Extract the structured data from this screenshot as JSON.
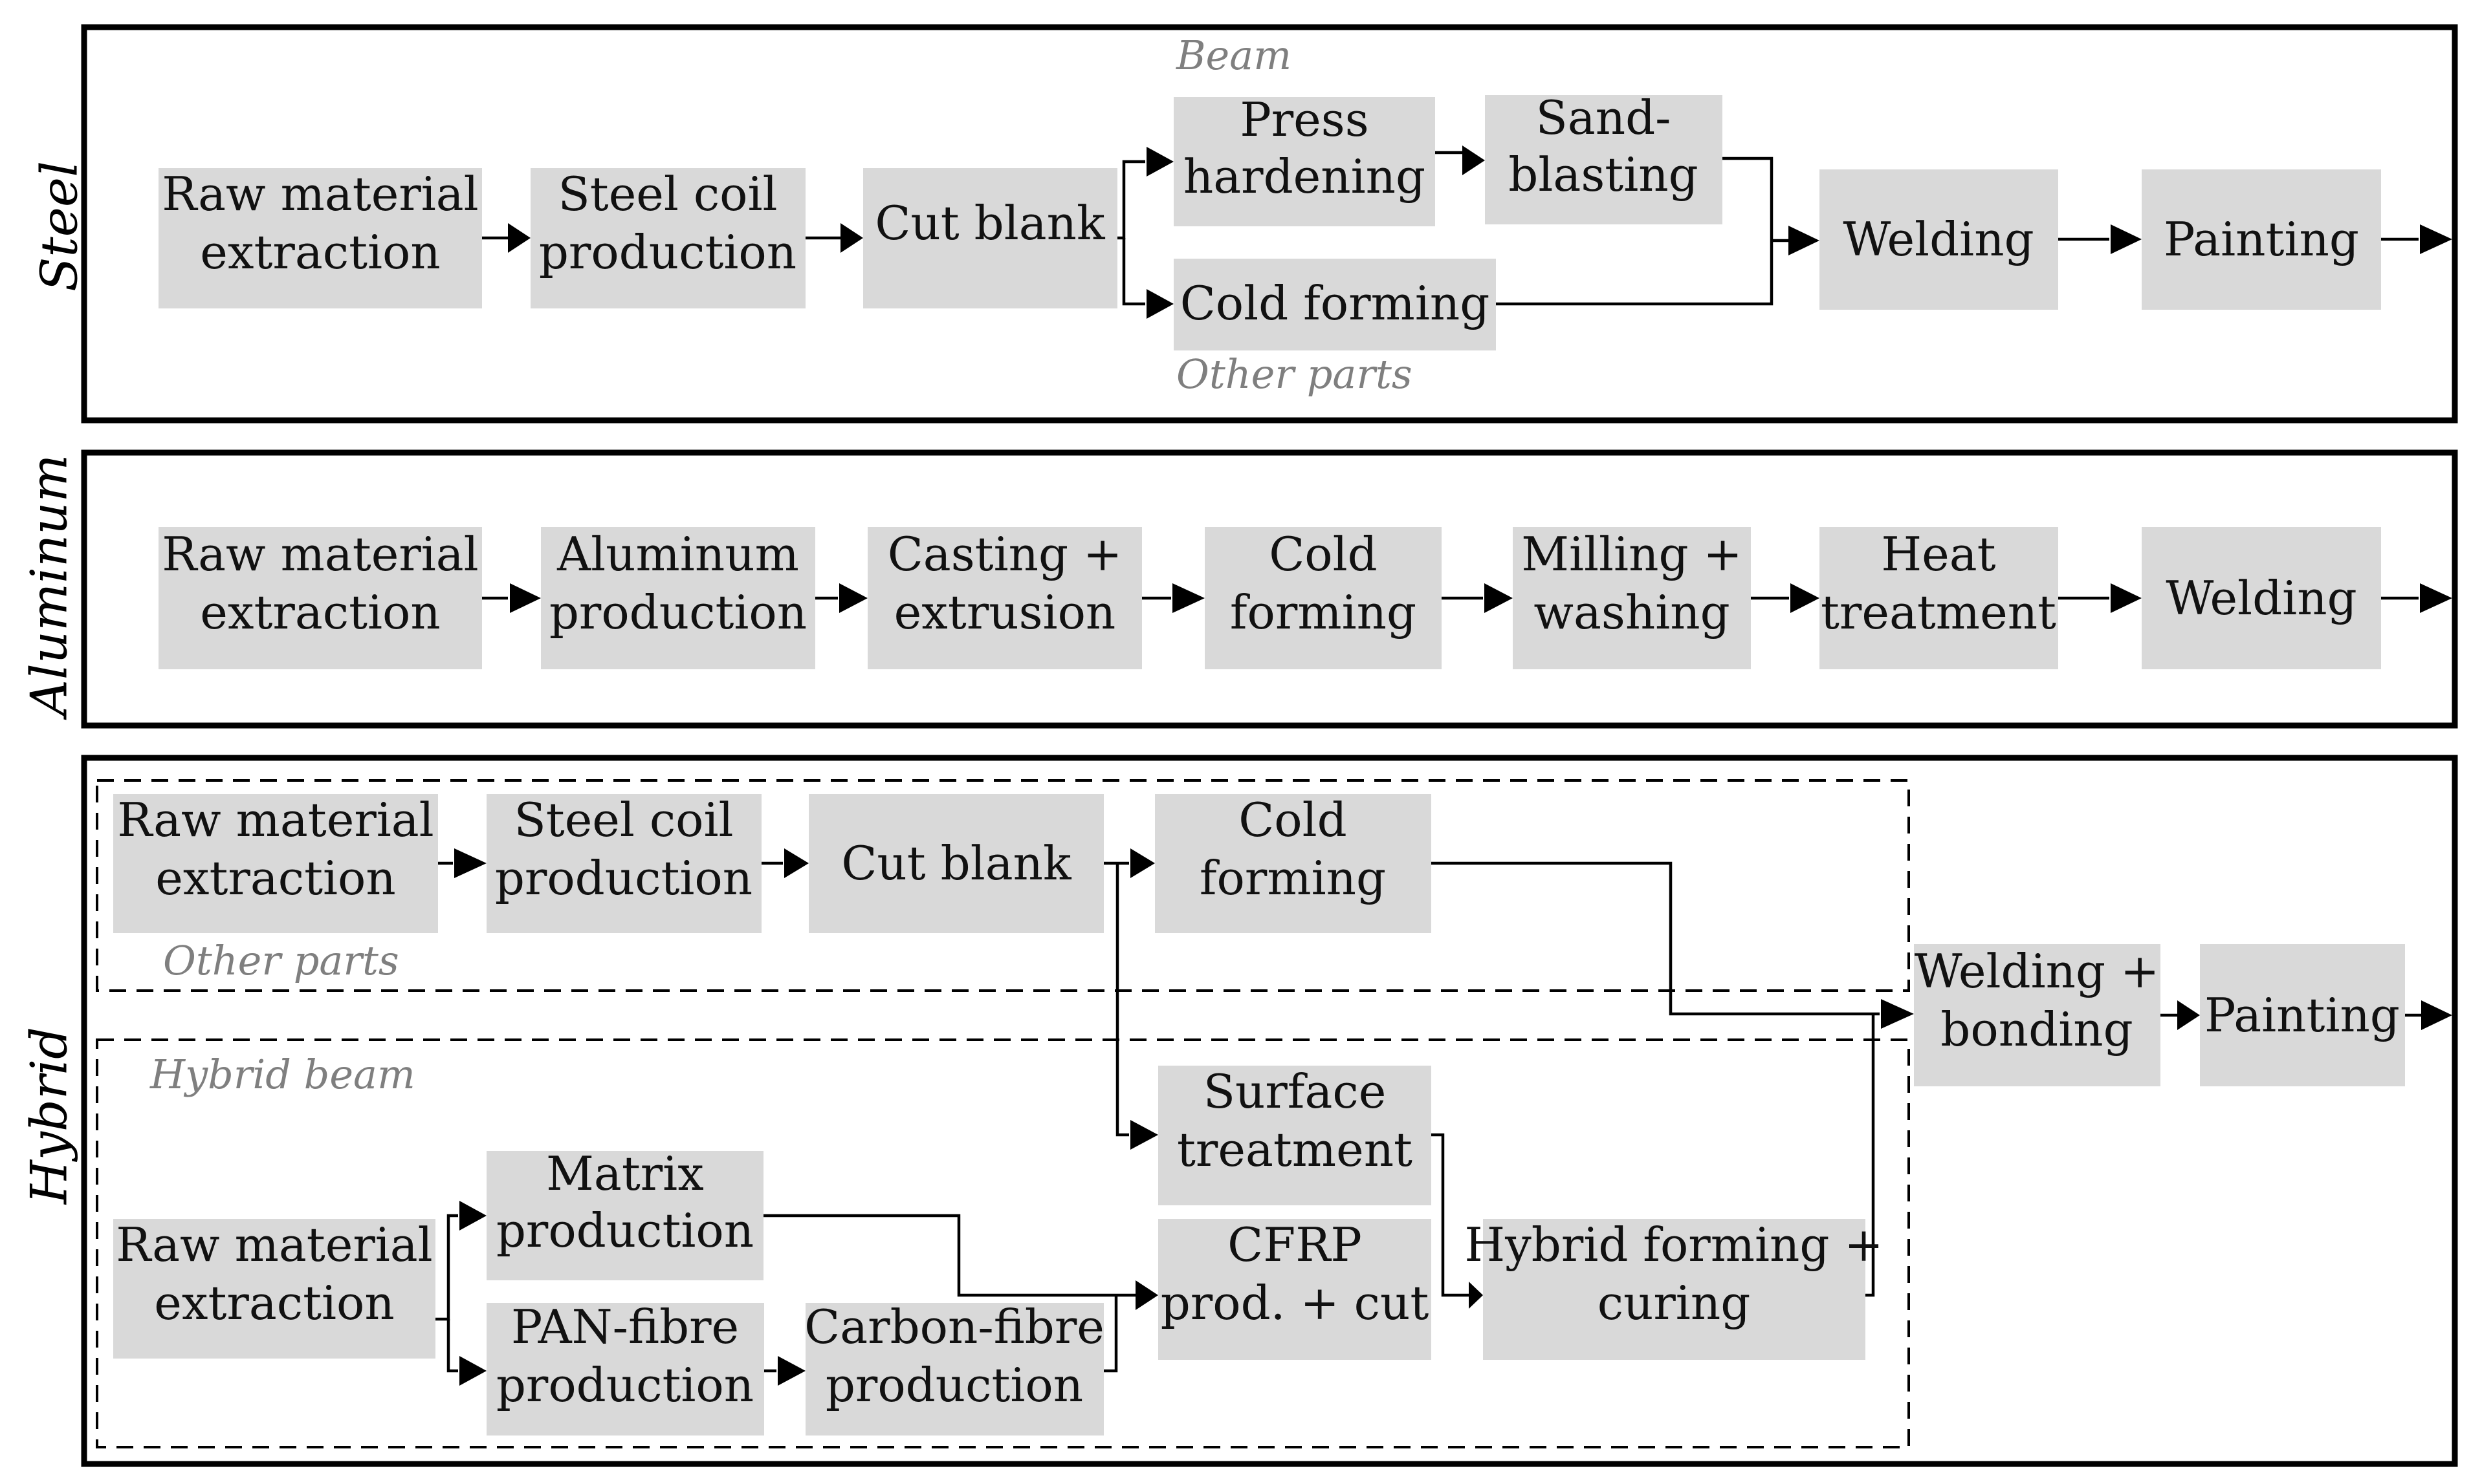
{
  "steel": {
    "label": "Steel",
    "beam_note": "Beam",
    "other_note": "Other parts",
    "raw": [
      "Raw material",
      "extraction"
    ],
    "coil": [
      "Steel coil",
      "production"
    ],
    "cut": [
      "Cut blank"
    ],
    "press": [
      "Press",
      "hardening"
    ],
    "sand": [
      "Sand-",
      "blasting"
    ],
    "cold": [
      "Cold forming"
    ],
    "weld": [
      "Welding"
    ],
    "paint": [
      "Painting"
    ]
  },
  "aluminum": {
    "label": "Aluminum",
    "raw": [
      "Raw material",
      "extraction"
    ],
    "prod": [
      "Aluminum",
      "production"
    ],
    "cast": [
      "Casting +",
      "extrusion"
    ],
    "cold": [
      "Cold",
      "forming"
    ],
    "mill": [
      "Milling +",
      "washing"
    ],
    "heat": [
      "Heat",
      "treatment"
    ],
    "weld": [
      "Welding"
    ]
  },
  "hybrid": {
    "label": "Hybrid",
    "other_note": "Other parts",
    "beam_note": "Hybrid beam",
    "raw1": [
      "Raw material",
      "extraction"
    ],
    "coil": [
      "Steel coil",
      "production"
    ],
    "cut": [
      "Cut blank"
    ],
    "cold": [
      "Cold",
      "forming"
    ],
    "surface": [
      "Surface",
      "treatment"
    ],
    "raw2": [
      "Raw material",
      "extraction"
    ],
    "matrix": [
      "Matrix",
      "production"
    ],
    "pan": [
      "PAN-fibre",
      "production"
    ],
    "carbon": [
      "Carbon-fibre",
      "production"
    ],
    "cfrp": [
      "CFRP",
      "prod. + cut"
    ],
    "hform": [
      "Hybrid forming +",
      "curing"
    ],
    "weld": [
      "Welding +",
      "bonding"
    ],
    "paint": [
      "Painting"
    ]
  }
}
